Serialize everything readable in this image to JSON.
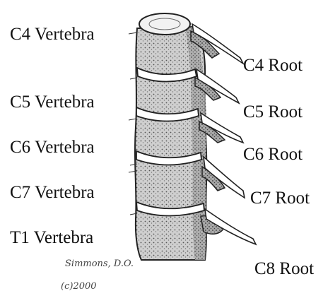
{
  "labels": {
    "vertebrae": [
      "C4 Vertebra",
      "C5 Vertebra",
      "C6 Vertebra",
      "C7 Vertebra",
      "T1 Vertebra"
    ],
    "roots": [
      "C4 Root",
      "C5 Root",
      "C6 Root",
      "C7 Root",
      "C8 Root"
    ]
  },
  "signature": {
    "name": "Simmons, D.O.",
    "copyright": "(c)2000"
  },
  "colors": {
    "ink": "#111111",
    "bone": "#d9d9d9",
    "disc": "#ffffff"
  }
}
